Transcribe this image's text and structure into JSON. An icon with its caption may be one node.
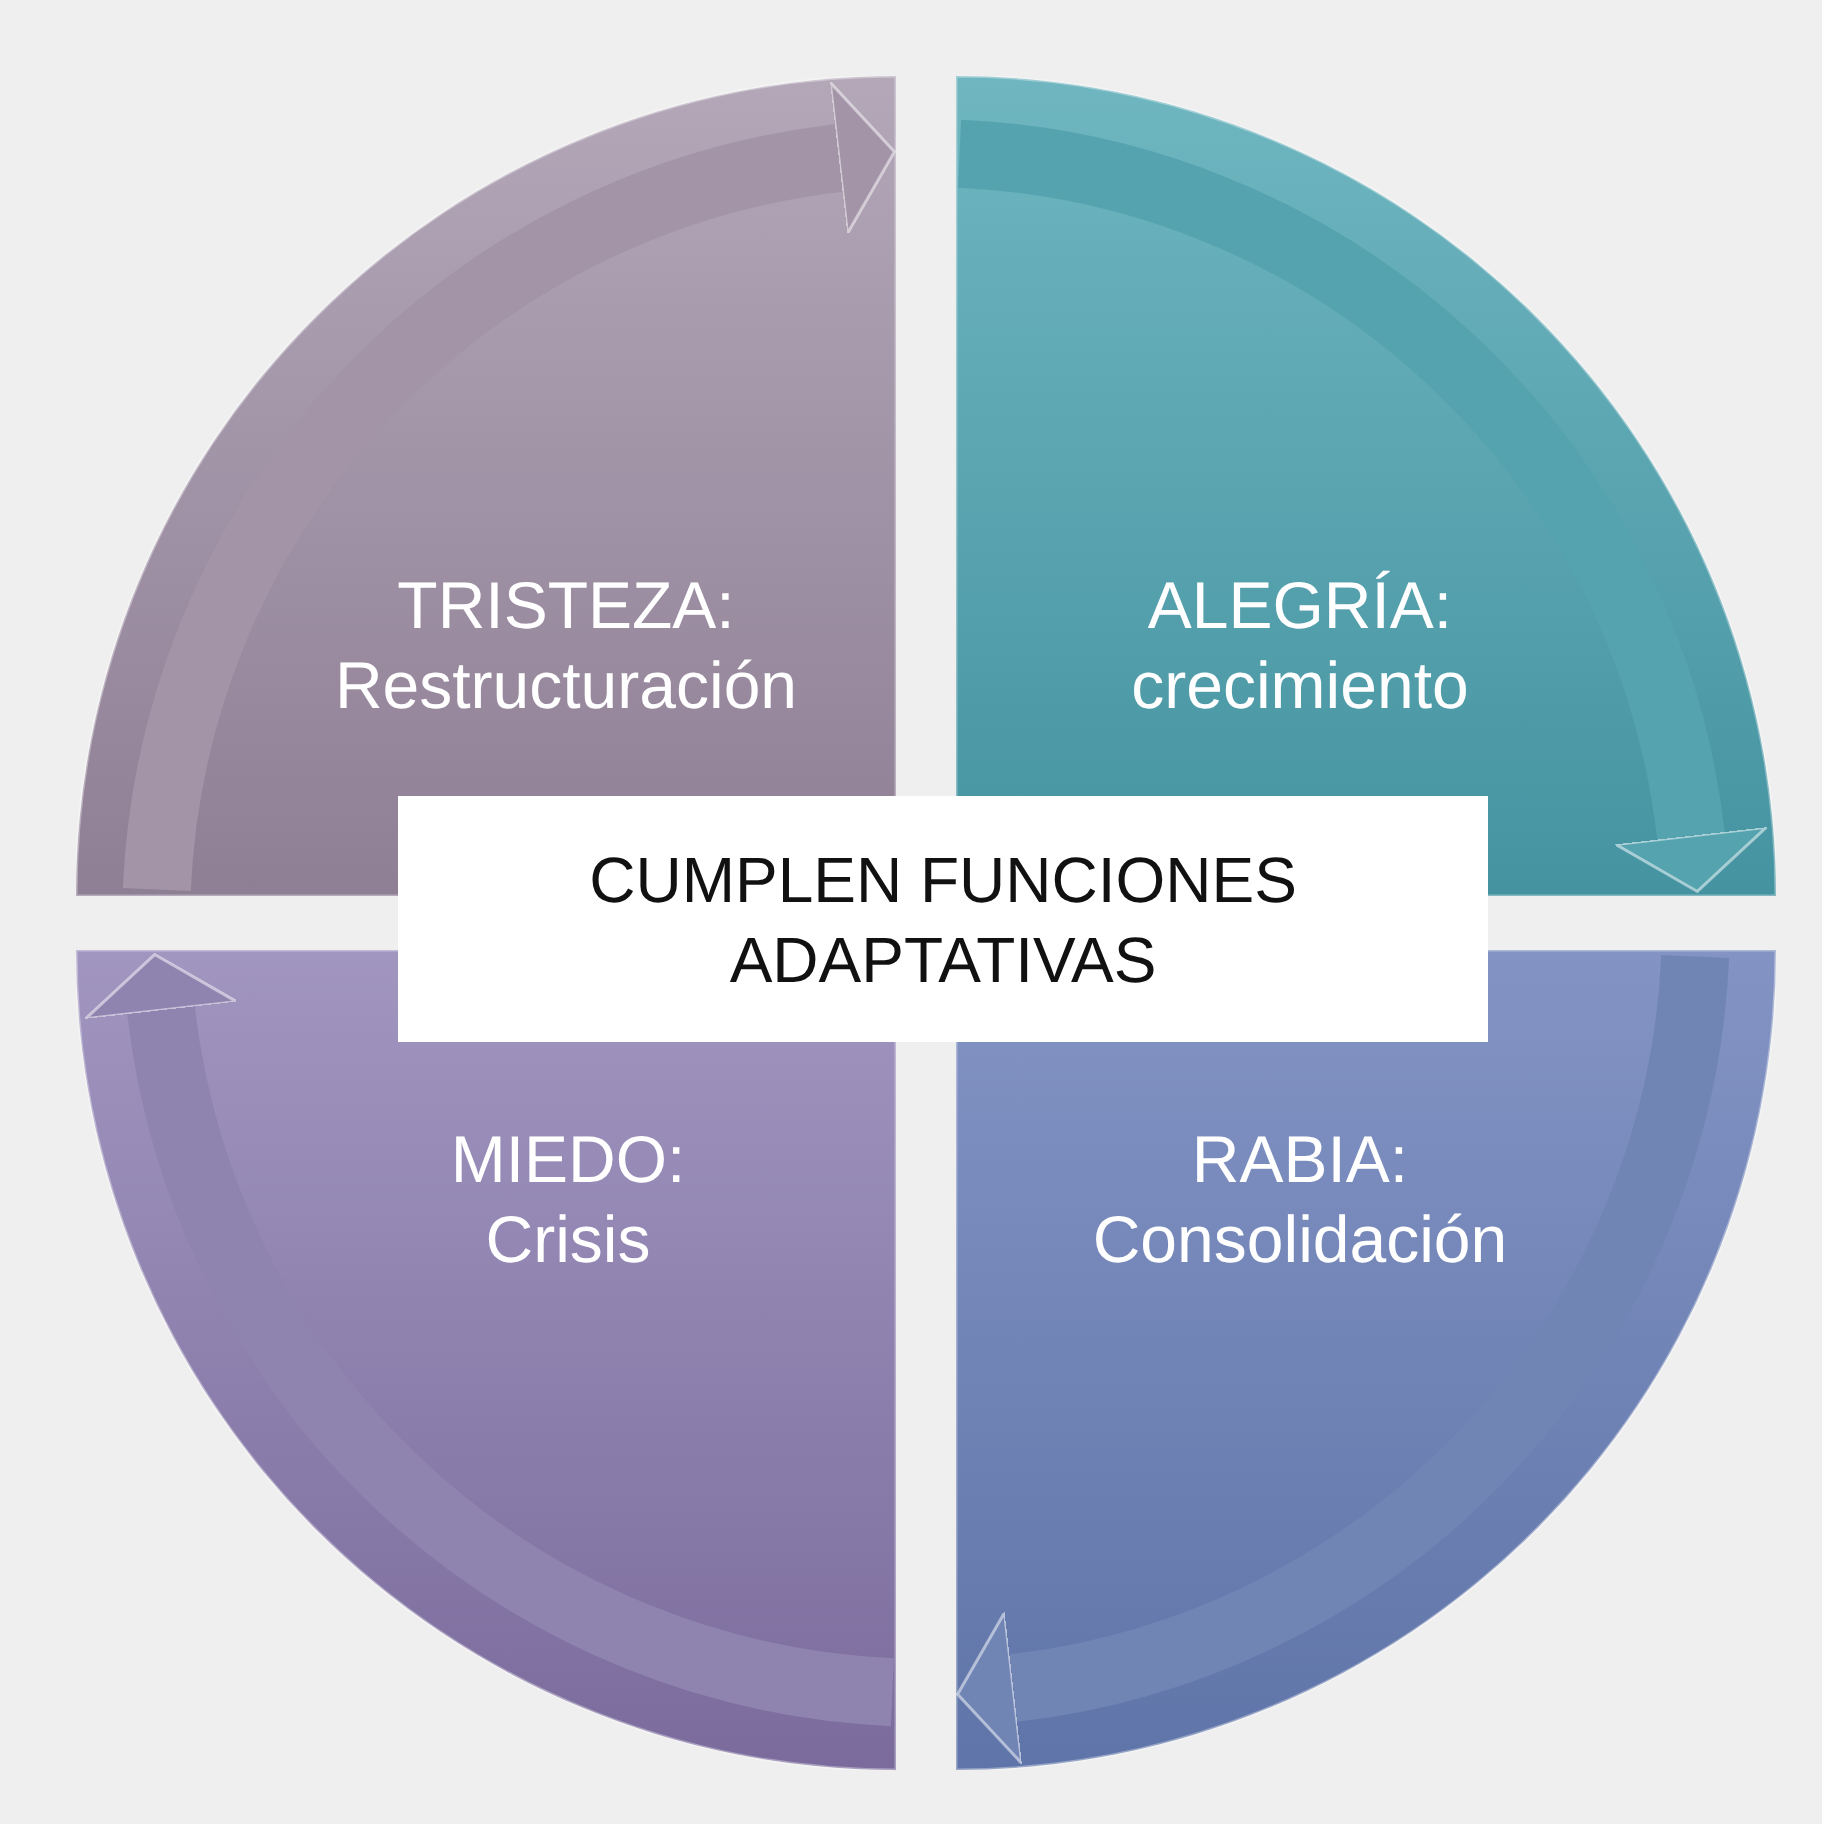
{
  "diagram": {
    "nodes": [
      {
        "text": [
          "TRISTEZA: Restructuración"
        ]
      },
      {
        "text": [
          "ALEGRÍA: crecimiento"
        ]
      },
      {
        "text": [
          "CUMPLEN FUNCIONES ADAPTATIVAS"
        ]
      },
      {
        "text": [
          "MIEDO: Crisis"
        ]
      },
      {
        "text": [
          "RABIA: Consolidación"
        ]
      }
    ],
    "edges": [
      {
        "from": 0,
        "to": 1,
        "arrow": "to",
        "color": "#a394a8"
      },
      {
        "from": 1,
        "to": 4,
        "arrow": "to",
        "color": "#55a3ae"
      },
      {
        "from": 4,
        "to": 3,
        "arrow": "to",
        "color": "#7185b5"
      },
      {
        "from": 3,
        "to": 0,
        "arrow": "to",
        "color": "#8f84b0"
      }
    ]
  }
}
